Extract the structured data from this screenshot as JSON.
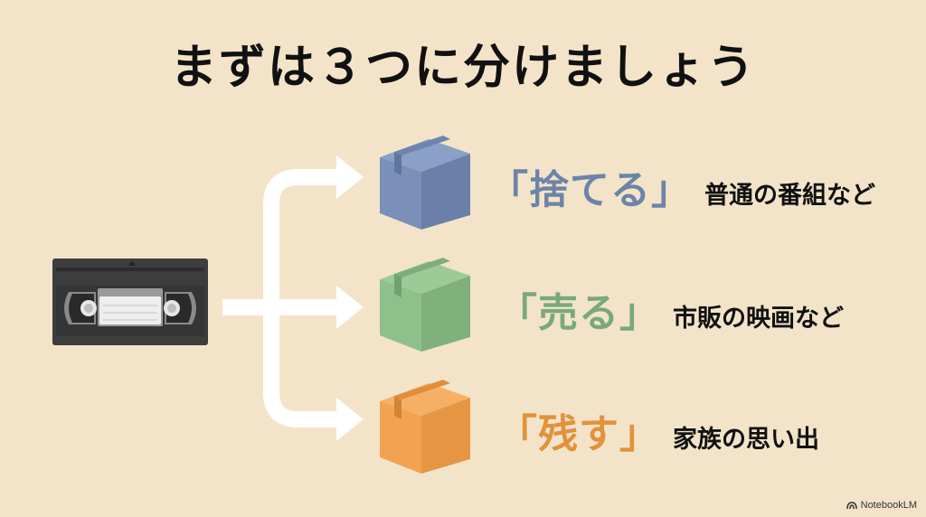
{
  "slide": {
    "title": "まずは３つに分けましょう",
    "background_color": "#f3e4c9"
  },
  "source_item": {
    "icon": "vhs-cassette-icon",
    "label": ""
  },
  "categories": [
    {
      "label": "「捨てる」",
      "example": "普通の番組など",
      "color": "#6d84a8",
      "box_icon": "blue-cardboard-box-icon",
      "box_color": "#7a90b8"
    },
    {
      "label": "「売る」",
      "example": "市販の映画など",
      "color": "#7aa87e",
      "box_icon": "green-cardboard-box-icon",
      "box_color": "#8fbf8a"
    },
    {
      "label": "「残す」",
      "example": "家族の思い出",
      "color": "#e2923a",
      "box_icon": "orange-cardboard-box-icon",
      "box_color": "#f1a352"
    }
  ],
  "branding": {
    "label": "NotebookLM",
    "icon": "notebooklm-logo-icon"
  }
}
